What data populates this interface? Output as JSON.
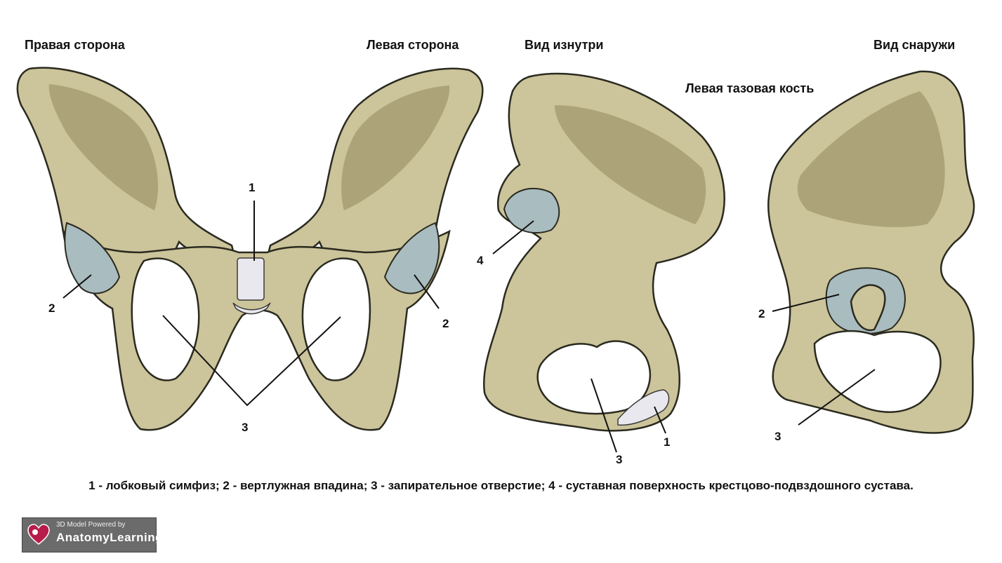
{
  "headings": {
    "right_side": "Правая сторона",
    "left_side": "Левая сторона",
    "inside_view": "Вид изнутри",
    "outside_view": "Вид снаружи",
    "bone_title": "Левая тазовая кость"
  },
  "labels": {
    "pelvis_symphysis": "1",
    "pelvis_acetabulum_right": "2",
    "pelvis_acetabulum_left": "2",
    "pelvis_obturator": "3",
    "inner_auricular": "4",
    "inner_obturator": "3",
    "inner_symphysis": "1",
    "outer_acetabulum": "2",
    "outer_obturator": "3"
  },
  "legend": "1 - лобковый симфиз; 2 - вертлужная впадина; 3 - запирательное отверстие; 4 - суставная поверхность крестцово-подвздошного сустава.",
  "logo": {
    "line1": "3D Model Powered by",
    "line2": "AnatomyLearning.com"
  },
  "colors": {
    "bone": "#ccc49a",
    "cartilage": "#a9bcbf",
    "symphysis": "#e8e8ee"
  }
}
